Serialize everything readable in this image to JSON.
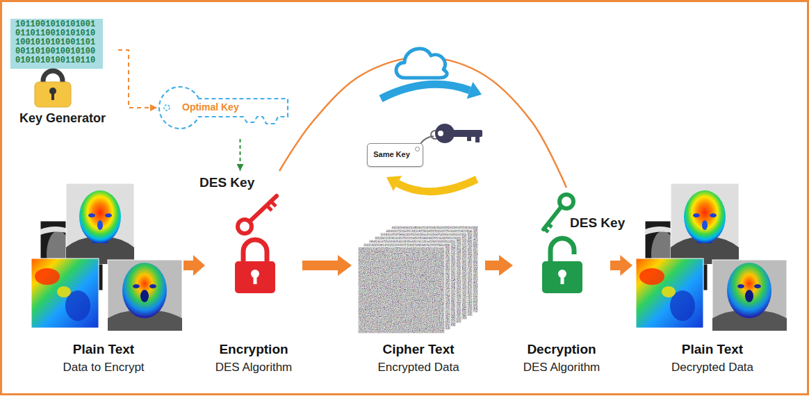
{
  "diagram": {
    "nodes": [
      {
        "text": [
          "Key Generator"
        ]
      },
      {
        "text": [
          "Optimal Key"
        ]
      },
      {
        "text": [
          "DES Key"
        ]
      },
      {
        "text": [
          "Same Key"
        ]
      },
      {
        "text": [
          "DES Key"
        ]
      },
      {
        "text": [
          "Plain Text",
          "Data to Encrypt"
        ]
      },
      {
        "text": [
          "Encryption",
          "DES Algorithm"
        ]
      },
      {
        "text": [
          "Cipher Text",
          "Encrypted Data"
        ]
      },
      {
        "text": [
          "Decryption",
          "DES Algorithm"
        ]
      },
      {
        "text": [
          "Plain Text",
          "Decrypted Data"
        ]
      }
    ],
    "edges": [
      {
        "from": 0,
        "to": 1,
        "arrow": "to"
      },
      {
        "from": 1,
        "to": 2,
        "arrow": "to"
      },
      {
        "from": 2,
        "to": 4,
        "arrow": "none"
      },
      {
        "from": 5,
        "to": 6,
        "arrow": "to"
      },
      {
        "from": 6,
        "to": 7,
        "arrow": "to"
      },
      {
        "from": 7,
        "to": 8,
        "arrow": "to"
      },
      {
        "from": 8,
        "to": 9,
        "arrow": "to"
      }
    ],
    "labels": [
      "1011001010101001",
      "0110110010101010",
      "1001010101001101",
      "0011010010010100",
      "0101010100110110"
    ]
  }
}
